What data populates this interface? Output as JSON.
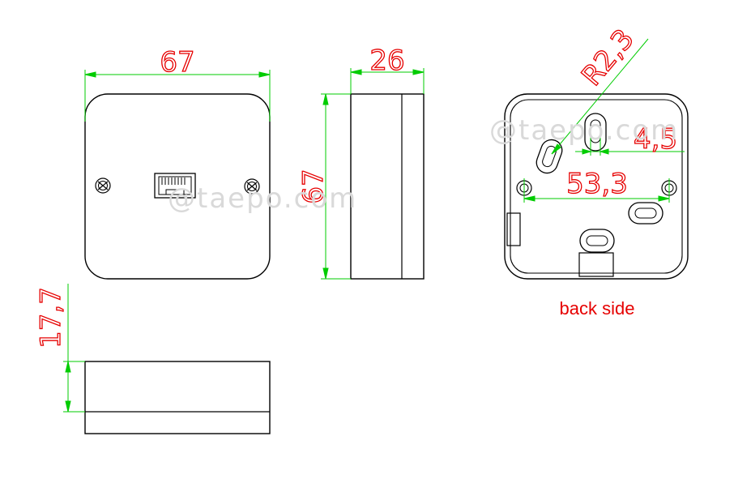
{
  "colors": {
    "outline": "#000000",
    "dimension_line": "#00cc00",
    "dimension_text": "#e60000",
    "label_text": "#e60000",
    "watermark": "#d9d9d9"
  },
  "front_view": {
    "width_dim": "67"
  },
  "side_view": {
    "depth_dim": "26",
    "height_dim": "67"
  },
  "bottom_view": {
    "height_dim": "17,7"
  },
  "back_view": {
    "radius_dim": "R2,3",
    "slot_dim": "4,5",
    "hole_spacing_dim": "53,3",
    "caption": "back side"
  },
  "watermark": {
    "text_1": "@taepo.com",
    "text_2": "@taepo.com"
  }
}
